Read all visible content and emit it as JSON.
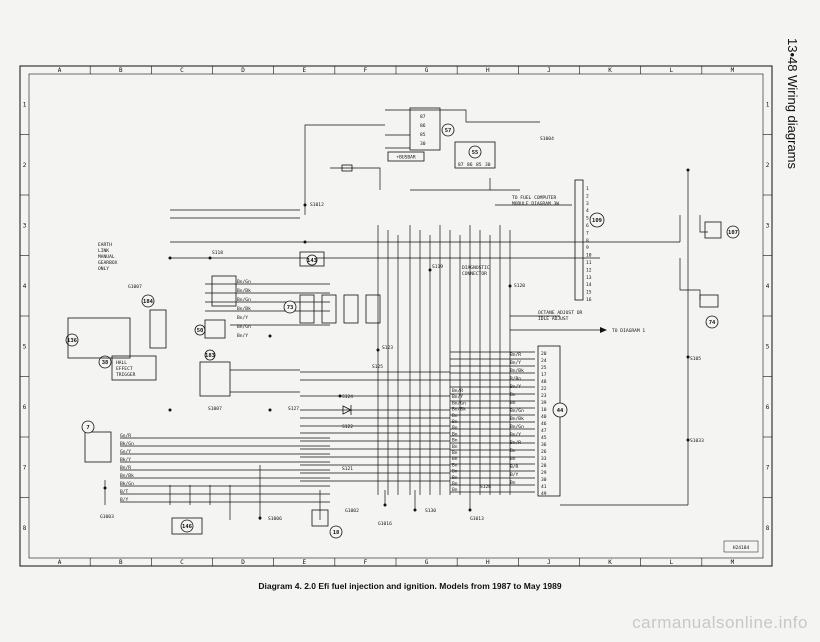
{
  "page_header": "13•48  Wiring diagrams",
  "caption": "Diagram 4. 2.0 Efi fuel injection and ignition. Models from 1987 to May 1989",
  "watermark": "carmanualsonline.info",
  "ref_code": "H24184",
  "grid": {
    "columns": [
      "A",
      "B",
      "C",
      "D",
      "E",
      "F",
      "G",
      "H",
      "J",
      "K",
      "L",
      "M"
    ],
    "rows": [
      "1",
      "2",
      "3",
      "4",
      "5",
      "6",
      "7",
      "8"
    ]
  },
  "notes": {
    "earth_note": [
      "EARTH",
      "LINK",
      "MANUAL",
      "GEARBOX",
      "ONLY"
    ],
    "hall_sensor": [
      "HALL",
      "EFFECT",
      "TRIGGER"
    ],
    "fuel_computer": [
      "TO FUEL COMPUTER",
      "MODULE DIAGRAM 3W"
    ],
    "diag_connector": [
      "DIAGNOSTIC",
      "CONNECTOR"
    ],
    "octane": [
      "OCTANE ADJUST OR",
      "IDLE ADJUST"
    ],
    "to_diagram": "TO DIAGRAM 1",
    "busbar": "+BUSBAR"
  },
  "splices": [
    "S1004",
    "S1012",
    "S118",
    "S119",
    "S120",
    "S123",
    "S124",
    "S125",
    "S127",
    "S122",
    "S121",
    "S126",
    "S130",
    "S1007",
    "S1006",
    "S105",
    "S1033"
  ],
  "earths": [
    "G1007",
    "G1003",
    "G1002",
    "G1016",
    "G1013"
  ],
  "components": [
    "57",
    "55",
    "109",
    "107",
    "143",
    "184",
    "50",
    "183",
    "7",
    "73",
    "136",
    "38",
    "74",
    "44",
    "146",
    "18"
  ],
  "wire_colours": {
    "left_harness": [
      "Bn/Gn",
      "Bn/Bk",
      "Bn/Gn",
      "Bn/Bk",
      "Bn/Y",
      "Bn/Gn",
      "Bn/Y"
    ],
    "sensor_block": [
      "Gn/R",
      "Bk/Gn",
      "Gn/Y",
      "Bk/Y",
      "Bn/R",
      "Bn/Bk",
      "Bk/Gn",
      "B/T",
      "B/Y"
    ],
    "ecu_pins_left": [
      "Bn/R",
      "Bn/Y",
      "Bn/Gn",
      "Bn/Bk",
      "Bn",
      "Bn",
      "Bn",
      "Bn",
      "Bn",
      "Bn",
      "Bn",
      "Bn",
      "Bn",
      "Bn",
      "Bn",
      "Bn",
      "Bn"
    ],
    "ecu_pins_right": [
      "Bn/R",
      "Bn/Y",
      "Bn/Bk",
      "R/Bn",
      "Bn/Y",
      "Bn",
      "Bn",
      "Bn/Gn",
      "Bn/Bk",
      "Bn/Gn",
      "Bn/Y",
      "Bn/R",
      "Bn",
      "Bn",
      "B/R",
      "B/Y",
      "Bn"
    ],
    "ecu_pin_numbers": [
      "20",
      "24",
      "25",
      "17",
      "48",
      "22",
      "23",
      "39",
      "10",
      "40",
      "46",
      "47",
      "45",
      "36",
      "26",
      "33",
      "28",
      "29",
      "30",
      "41",
      "49"
    ],
    "relay_pins": [
      "87",
      "86",
      "85",
      "30"
    ],
    "relay55_pins": [
      "87",
      "86",
      "85",
      "30"
    ],
    "module109_pins": [
      "1",
      "2",
      "3",
      "4",
      "5",
      "6",
      "7",
      "8",
      "9",
      "10",
      "11",
      "12",
      "13",
      "14",
      "15",
      "16"
    ]
  }
}
